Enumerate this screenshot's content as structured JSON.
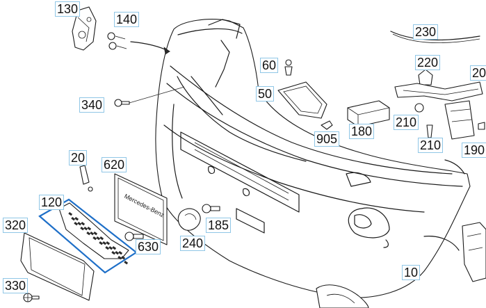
{
  "diagram": {
    "callouts": {
      "p10": "10",
      "p20a": "20",
      "p20b": "20",
      "p50": "50",
      "p60": "60",
      "p120": "120",
      "p130": "130",
      "p140": "140",
      "p180": "180",
      "p185": "185",
      "p190": "190",
      "p210a": "210",
      "p210b": "210",
      "p220": "220",
      "p230": "230",
      "p240": "240",
      "p320": "320",
      "p330": "330",
      "p340": "340",
      "p620": "620",
      "p630": "630",
      "p905": "905"
    },
    "plate_text": "Mercedes-Benz",
    "highlight_color": "#1e6fc8",
    "callout_border_color": "#8fc6e6"
  }
}
